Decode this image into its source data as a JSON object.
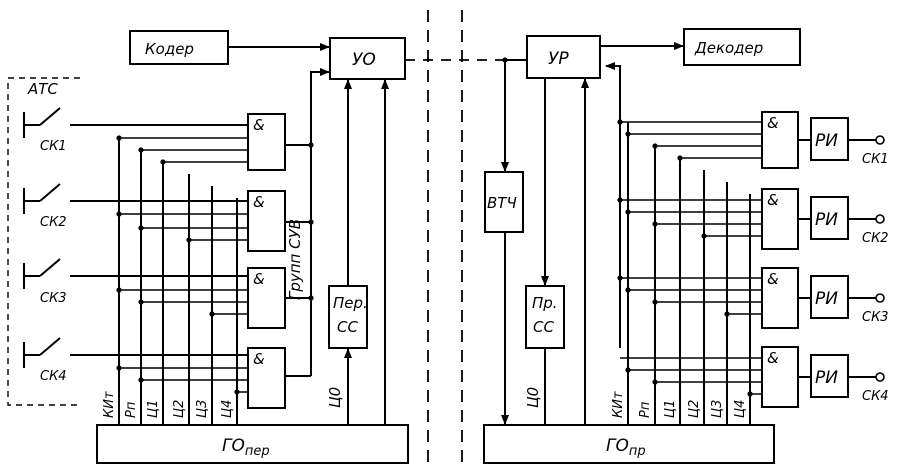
{
  "left": {
    "ats_label": "АТС",
    "coder": "Кодер",
    "uo": "УО",
    "group_sync": "Групп СУВ",
    "per_cc_line1": "Пер.",
    "per_cc_line2": "СС",
    "go": "ГОпер",
    "go_main": "ГО",
    "go_sub": "пер",
    "subscribers": [
      "СК1",
      "СК2",
      "СК3",
      "СК4"
    ],
    "bus_labels": [
      "КИт",
      "Рп",
      "Ц1",
      "Ц2",
      "Ц3",
      "Ц4"
    ],
    "c0": "Ц0"
  },
  "right": {
    "decoder": "Декодер",
    "ur": "УР",
    "vtch": "ВТЧ",
    "pr_cc_line1": "Пр.",
    "pr_cc_line2": "СС",
    "go_main": "ГО",
    "go_sub": "пр",
    "ri": "РИ",
    "subscribers": [
      "СК1",
      "СК2",
      "СК3",
      "СК4"
    ],
    "bus_labels": [
      "КИт",
      "Рп",
      "Ц1",
      "Ц2",
      "Ц3",
      "Ц4"
    ],
    "c0": "Ц0"
  },
  "and_symbol": "&"
}
